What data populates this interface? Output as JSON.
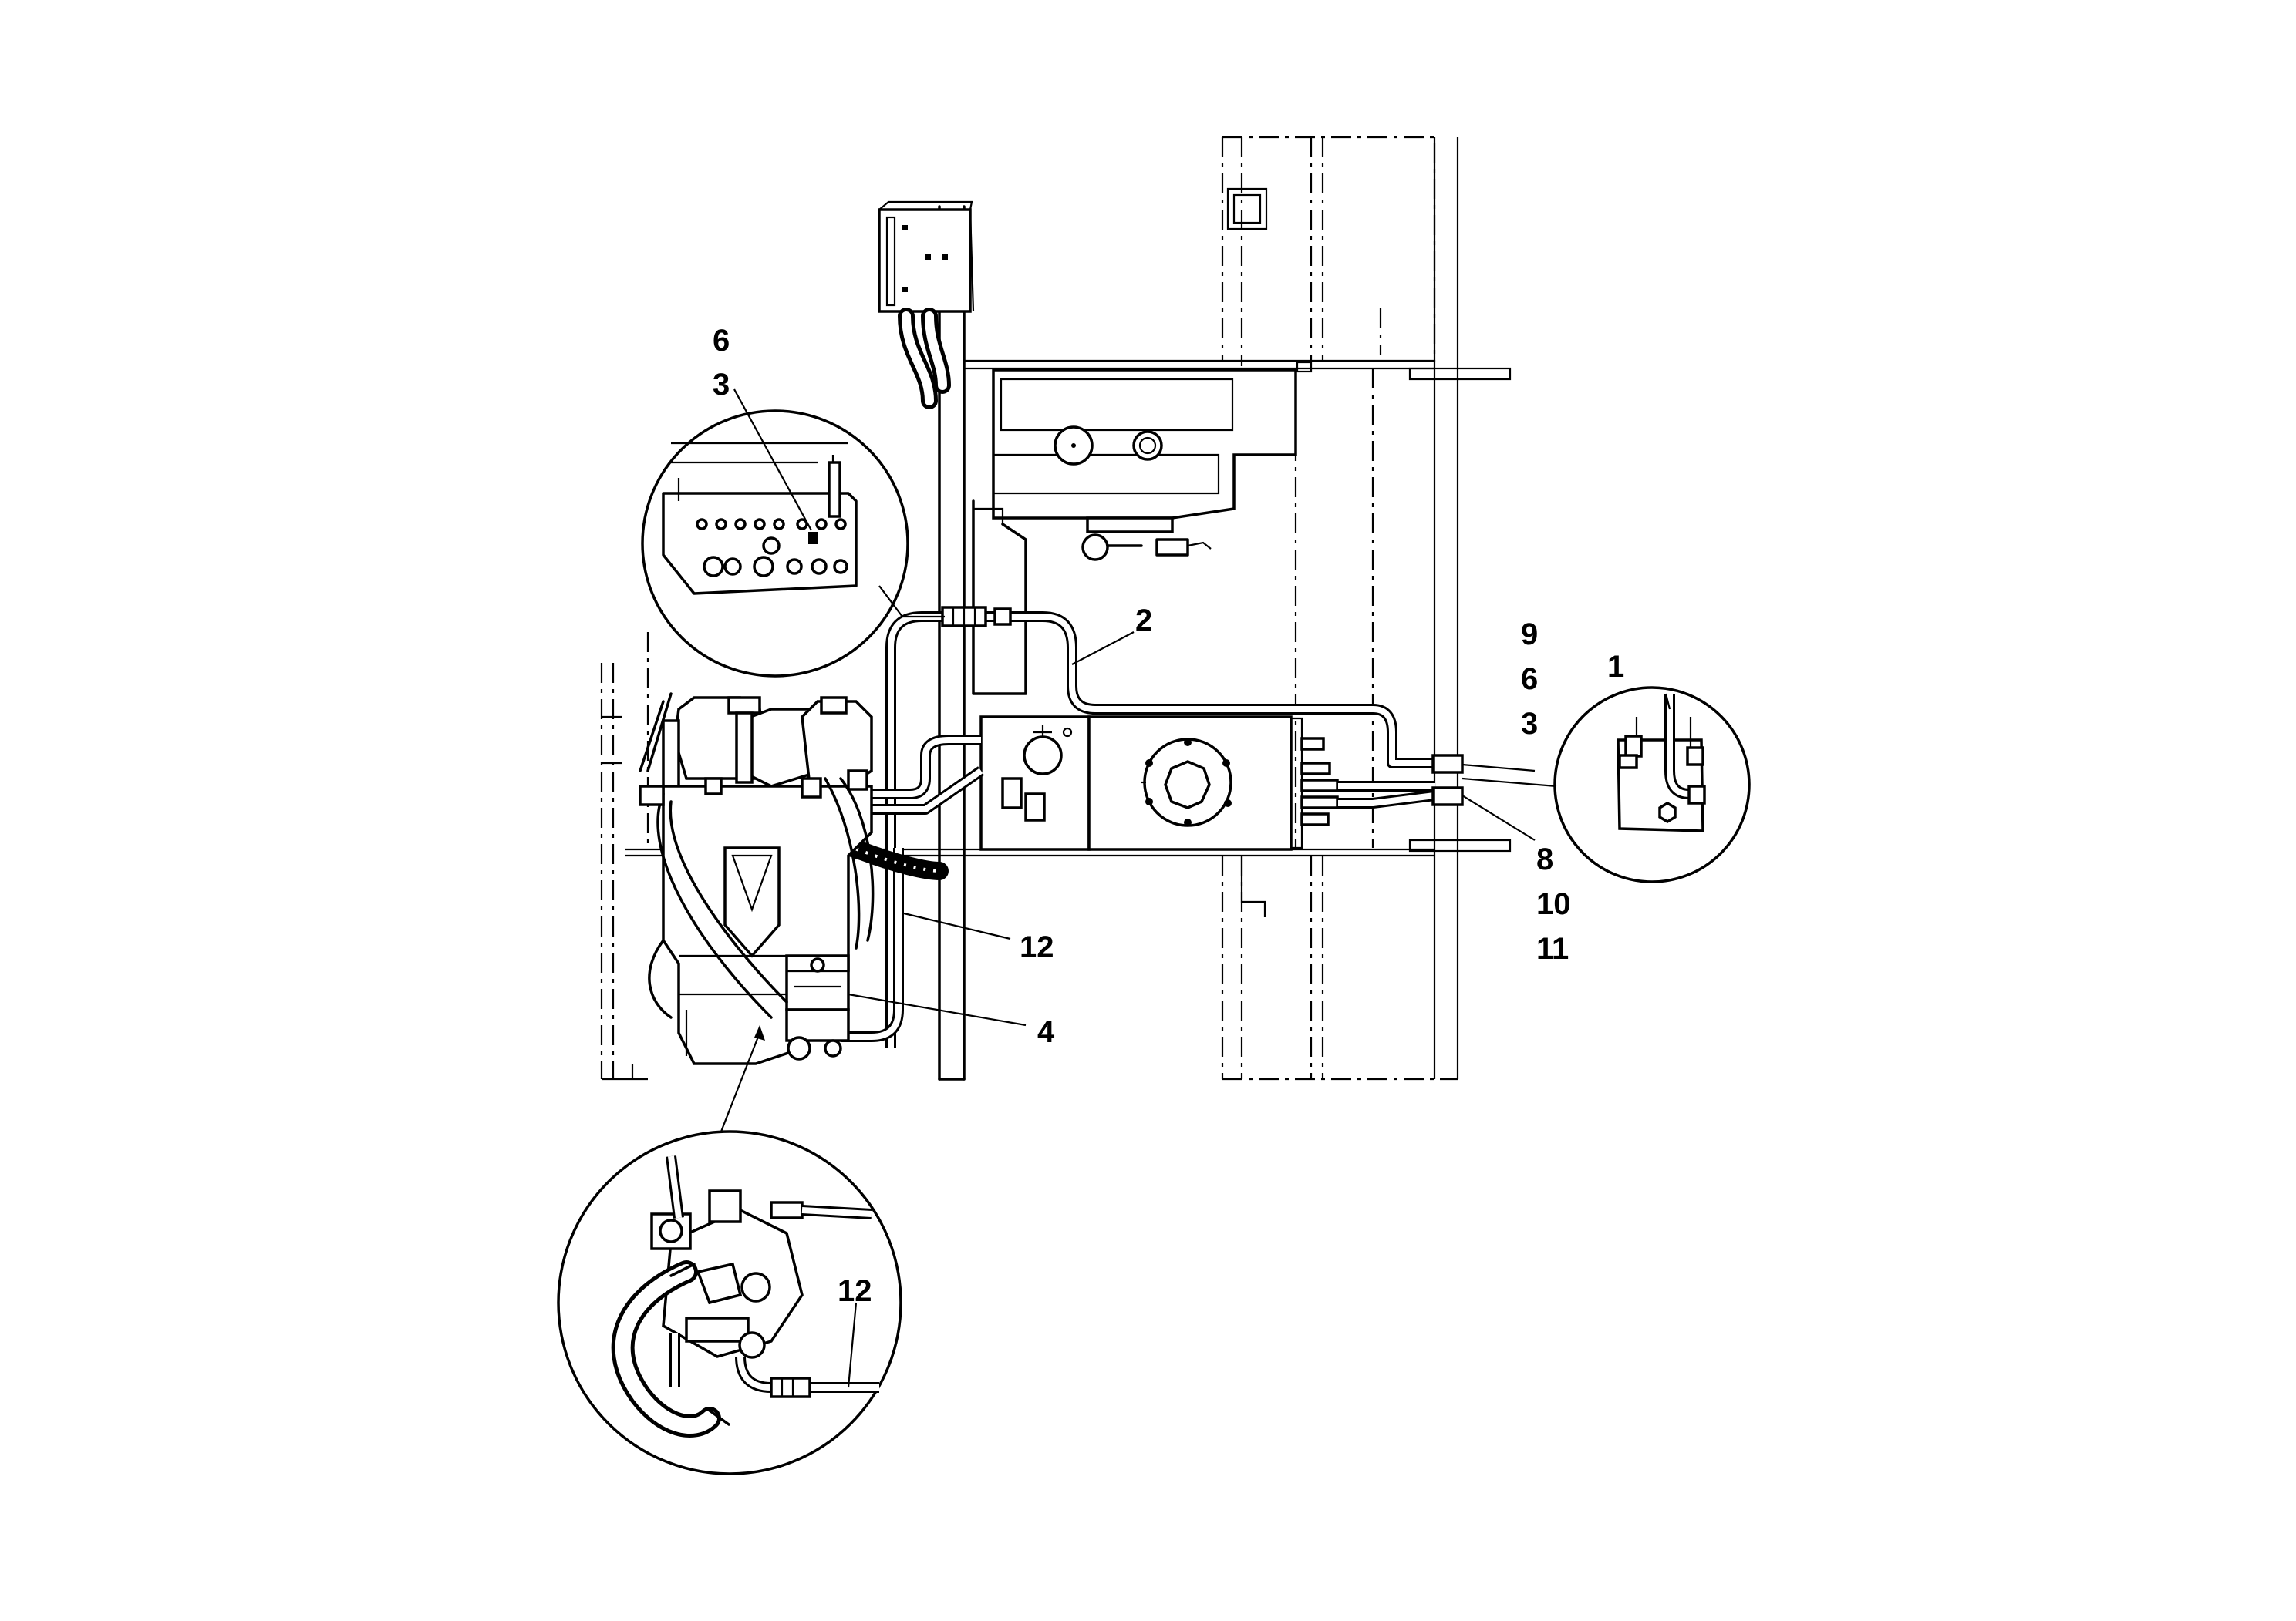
{
  "callouts": {
    "c6a": "6",
    "c3a": "3",
    "c2": "2",
    "c9": "9",
    "c6b": "6",
    "c3b": "3",
    "c1": "1",
    "c8": "8",
    "c10": "10",
    "c11": "11",
    "c12a": "12",
    "c4": "4",
    "c12b": "12"
  }
}
